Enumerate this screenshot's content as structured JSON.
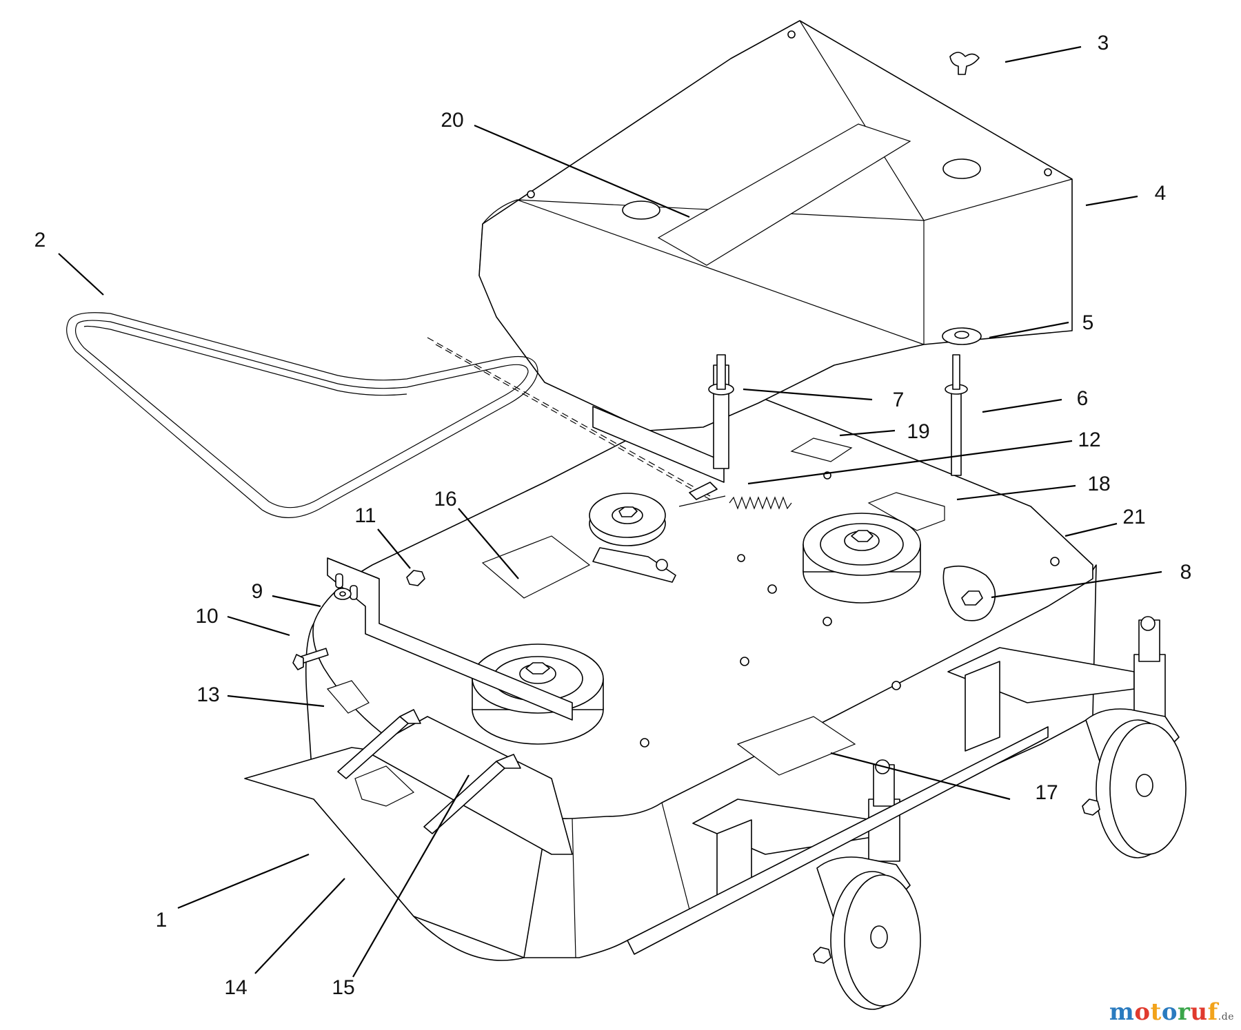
{
  "diagram": {
    "callouts": [
      {
        "id": "1",
        "text": "1"
      },
      {
        "id": "2",
        "text": "2"
      },
      {
        "id": "3",
        "text": "3"
      },
      {
        "id": "4",
        "text": "4"
      },
      {
        "id": "5",
        "text": "5"
      },
      {
        "id": "6",
        "text": "6"
      },
      {
        "id": "7",
        "text": "7"
      },
      {
        "id": "8",
        "text": "8"
      },
      {
        "id": "9",
        "text": "9"
      },
      {
        "id": "10",
        "text": "10"
      },
      {
        "id": "11",
        "text": "11"
      },
      {
        "id": "12",
        "text": "12"
      },
      {
        "id": "13",
        "text": "13"
      },
      {
        "id": "14",
        "text": "14"
      },
      {
        "id": "15",
        "text": "15"
      },
      {
        "id": "16",
        "text": "16"
      },
      {
        "id": "17",
        "text": "17"
      },
      {
        "id": "18",
        "text": "18"
      },
      {
        "id": "19",
        "text": "19"
      },
      {
        "id": "20",
        "text": "20"
      },
      {
        "id": "21",
        "text": "21"
      }
    ]
  },
  "watermark": {
    "letters": [
      {
        "ch": "m",
        "color": "#2a7bbf"
      },
      {
        "ch": "o",
        "color": "#e03a2e"
      },
      {
        "ch": "t",
        "color": "#f2a31b"
      },
      {
        "ch": "o",
        "color": "#2a7bbf"
      },
      {
        "ch": "r",
        "color": "#3aa54a"
      },
      {
        "ch": "u",
        "color": "#e03a2e"
      },
      {
        "ch": "f",
        "color": "#f2a31b"
      }
    ],
    "tld": ".de"
  }
}
